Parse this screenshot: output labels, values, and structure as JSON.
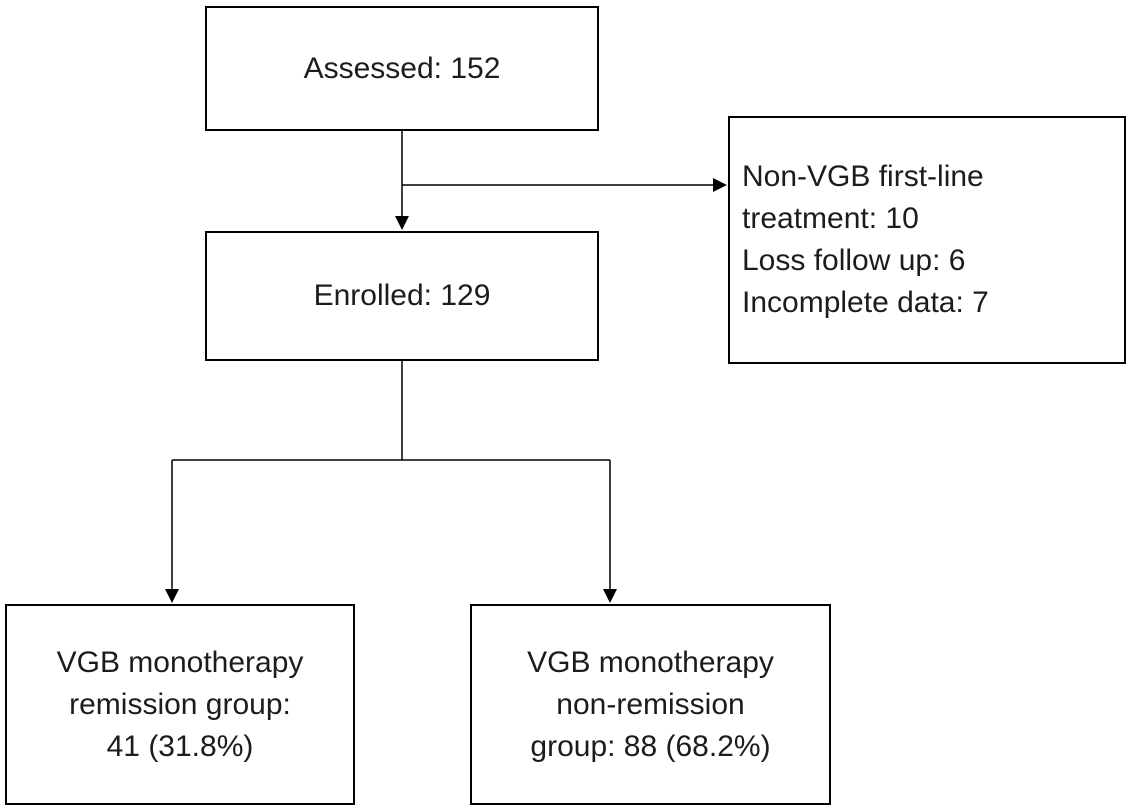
{
  "nodes": {
    "assessed": {
      "label": "Assessed: 152"
    },
    "excluded": {
      "label": "Non-VGB first-line treatment: 10\nLoss follow up: 6\nIncomplete data: 7"
    },
    "enrolled": {
      "label": "Enrolled: 129"
    },
    "remission": {
      "label": "VGB monotherapy\nremission group:\n41 (31.8%)"
    },
    "non_remission": {
      "label": "VGB monotherapy\nnon-remission\ngroup: 88 (68.2%)"
    }
  },
  "colors": {
    "border": "#000000",
    "line": "#000000",
    "text": "#1c1c1c",
    "background": "#ffffff"
  }
}
